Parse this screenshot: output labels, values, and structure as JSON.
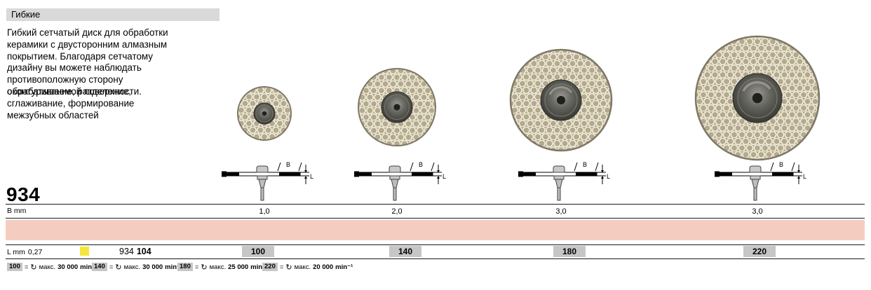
{
  "header": {
    "title": "Гибкие"
  },
  "description": {
    "lines": [
      "Гибкий сетчатый  диск для обработки",
      "керамики с двусторонним алмазным",
      "покрытием. Благодаря сетчатому",
      "дизайну вы можете наблюдать",
      "противоположную сторону"
    ],
    "overlap_line_a": "обрабатываемой поверхности.",
    "overlap_line_b": "оконтуривание, разделение,",
    "tail_lines": [
      "сглаживание, формирование",
      "межзубных областей"
    ]
  },
  "diagram": {
    "b_label": "B",
    "l_label": "L"
  },
  "table": {
    "product_number": "934",
    "b_row_label": "B mm",
    "b_values": [
      "1,0",
      "2,0",
      "3,0",
      "3,0"
    ],
    "l_row_label": "L mm",
    "l_value": "0,27",
    "order_code_prefix": "934",
    "order_code_bold": "104",
    "sizes": [
      "100",
      "140",
      "180",
      "220"
    ]
  },
  "speeds": {
    "icon_glyph": "↻",
    "equals": "=",
    "items": [
      {
        "size": "100",
        "prefix": "макс.",
        "value": "30 000",
        "unit": "min⁻¹"
      },
      {
        "size": "140",
        "prefix": "макс.",
        "value": "30 000",
        "unit": "min⁻¹"
      },
      {
        "size": "180",
        "prefix": "макс.",
        "value": "25 000",
        "unit": "min⁻¹"
      },
      {
        "size": "220",
        "prefix": "макс.",
        "value": "20 000",
        "unit": "min⁻¹"
      }
    ]
  },
  "colors": {
    "header_bg": "#d9d9d9",
    "band_pink": "#f5cdc0",
    "highlight_yellow": "#f6e63c",
    "size_box_gray": "#c6c6c6"
  }
}
